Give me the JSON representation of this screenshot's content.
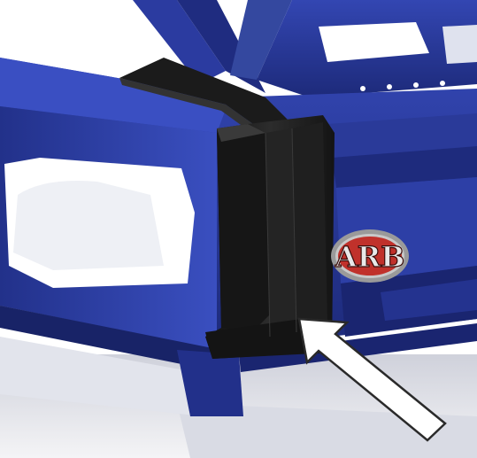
{
  "figure": {
    "logo_text": "ARB",
    "colors": {
      "background": "#ffffff",
      "frame_blue": "#2a3a9a",
      "frame_blue_dark": "#17226a",
      "frame_blue_light": "#3f54c4",
      "rubber_black": "#1c1c1c",
      "rubber_highlight": "#3a3a3a",
      "logo_red": "#c0312b",
      "logo_ring": "#8a8a8a",
      "arrow_fill": "#ffffff",
      "arrow_stroke": "#2a2a2a",
      "floor_shadow": "#c8cad4"
    },
    "icons": [
      "arb-logo",
      "callout-arrow"
    ]
  }
}
